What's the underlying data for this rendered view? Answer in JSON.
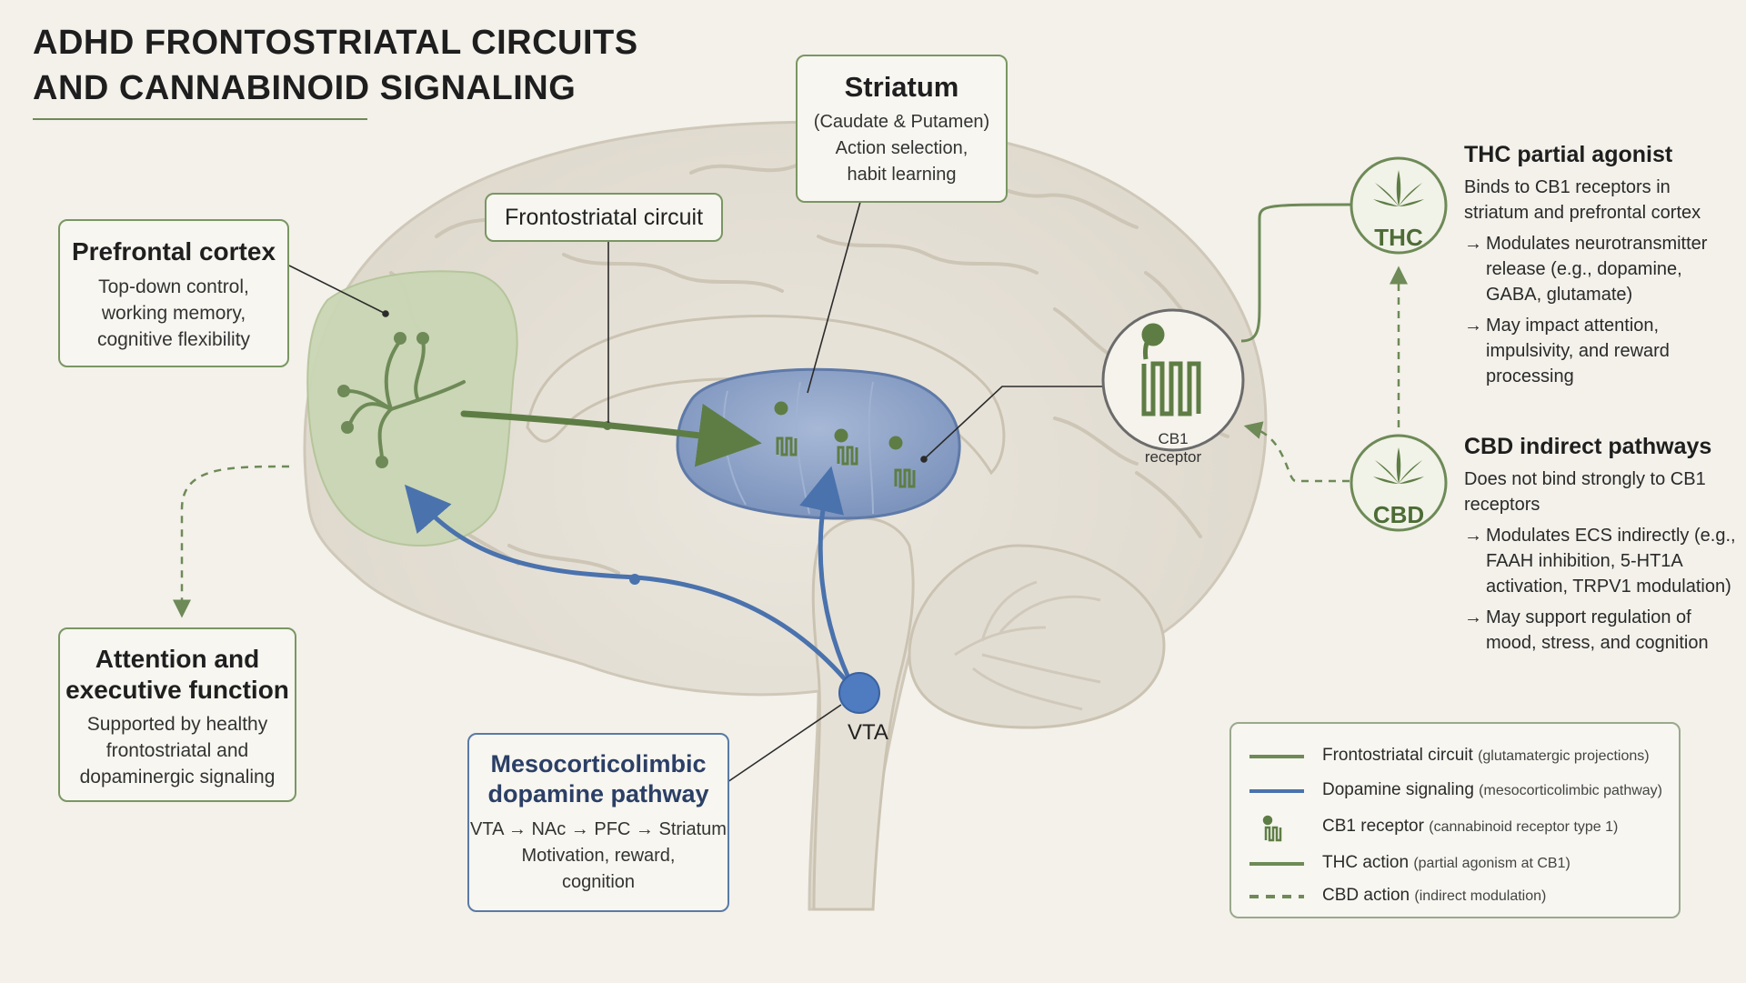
{
  "title": {
    "line1": "ADHD FRONTOSTRIATAL CIRCUITS",
    "line2": "AND CANNABINOID SIGNALING"
  },
  "colors": {
    "green": "#6e8a57",
    "blue": "#4f76b0",
    "striatum": "#8ea3c6",
    "pfc": "#c9d6b4"
  },
  "prefrontal": {
    "heading": "Prefrontal cortex",
    "lines": [
      "Top-down control,",
      "working memory,",
      "cognitive flexibility"
    ]
  },
  "frontostriatal_label": "Frontostriatal circuit",
  "striatum": {
    "heading": "Striatum",
    "lines": [
      "(Caudate & Putamen)",
      "Action selection,",
      "habit learning"
    ]
  },
  "attention": {
    "heading_lines": [
      "Attention and",
      "executive function"
    ],
    "lines": [
      "Supported by healthy",
      "frontostriatal and",
      "dopaminergic signaling"
    ]
  },
  "mesocorticolimbic": {
    "heading_lines": [
      "Mesocorticolimbic",
      "dopamine pathway"
    ],
    "lines": [
      "VTA → NAc → PFC → Striatum",
      "Motivation, reward,",
      "cognition"
    ]
  },
  "vta_label": "VTA",
  "cb1_label": "CB1 receptor",
  "thc": {
    "badge": "THC",
    "heading": "THC partial agonist",
    "intro": [
      "Binds to CB1 receptors in",
      "striatum and prefrontal cortex"
    ],
    "items": [
      "Modulates neurotransmitter release (e.g., dopamine, GABA, glutamate)",
      "May impact attention, impulsivity, and reward processing"
    ]
  },
  "cbd": {
    "badge": "CBD",
    "heading": "CBD indirect pathways",
    "intro": [
      "Does not bind strongly to CB1",
      "receptors"
    ],
    "items": [
      "Modulates ECS indirectly (e.g., FAAH inhibition, 5-HT1A activation, TRPV1 modulation)",
      "May support regulation of mood, stress, and cognition"
    ]
  },
  "legend": [
    {
      "label": "Frontostriatal circuit",
      "note": "(glutamatergic projections)",
      "style": "green-solid"
    },
    {
      "label": "Dopamine signaling",
      "note": "(mesocorticolimbic pathway)",
      "style": "blue-solid"
    },
    {
      "label": "CB1 receptor",
      "note": "(cannabinoid receptor type 1)",
      "style": "receptor-icon"
    },
    {
      "label": "THC action",
      "note": "(partial agonism at CB1)",
      "style": "green-solid"
    },
    {
      "label": "CBD action",
      "note": "(indirect modulation)",
      "style": "green-dashed"
    }
  ]
}
